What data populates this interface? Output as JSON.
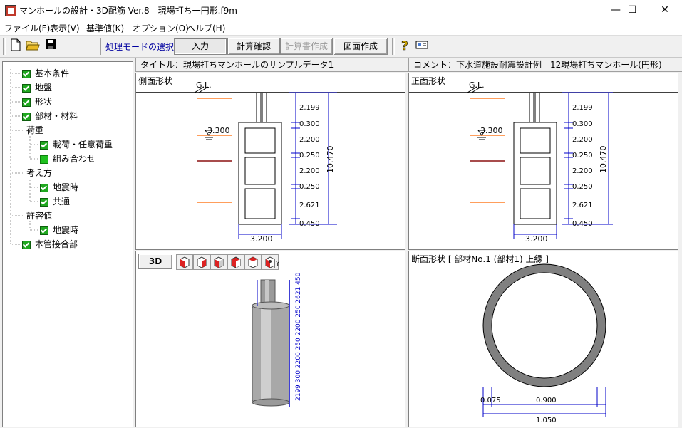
{
  "window": {
    "title": "マンホールの設計・3D配筋 Ver.8 - 現場打ち一円形.f9m",
    "minimize": "—",
    "maximize": "☐",
    "close": "✕"
  },
  "menu": [
    "ファイル(F)",
    "表示(V)",
    "基準値(K)",
    "オプション(O)",
    "ヘルプ(H)"
  ],
  "toolbar": {
    "icons": {
      "new": "new-file-icon",
      "open": "open-folder-icon",
      "save": "save-disk-icon",
      "help": "help-question-icon",
      "info": "info-card-icon"
    },
    "mode_label": "処理モードの選択",
    "buttons": [
      {
        "label": "入力",
        "state": "pressed"
      },
      {
        "label": "計算確認",
        "state": "normal"
      },
      {
        "label": "計算書作成",
        "state": "disabled"
      },
      {
        "label": "図面作成",
        "state": "normal"
      }
    ]
  },
  "tree": [
    {
      "label": "基本条件",
      "check": "on"
    },
    {
      "label": "地盤",
      "check": "on"
    },
    {
      "label": "形状",
      "check": "on"
    },
    {
      "label": "部材・材料",
      "check": "on"
    },
    {
      "label": "荷重",
      "check": "none"
    },
    {
      "label": "載荷・任意荷重",
      "check": "on"
    },
    {
      "label": "組み合わせ",
      "check": "solid"
    },
    {
      "label": "考え方",
      "check": "none"
    },
    {
      "label": "地震時",
      "check": "on"
    },
    {
      "label": "共通",
      "check": "on"
    },
    {
      "label": "許容値",
      "check": "none"
    },
    {
      "label": "地震時",
      "check": "on"
    },
    {
      "label": "本管接合部",
      "check": "on"
    }
  ],
  "header": {
    "title": "タイトル：現場打ちマンホールのサンプルデータ1",
    "comment": "コメント：下水道施設耐震設計例　12現場打ちマンホール(円形)"
  },
  "side_view": {
    "label": "側面形状",
    "gl": "G.L.",
    "water": "3.300",
    "dims": [
      "2.199",
      "0.300",
      "2.200",
      "0.250",
      "2.200",
      "0.250",
      "2.621",
      "0.450"
    ],
    "total": "10.470",
    "width": "3.200"
  },
  "front_view": {
    "label": "正面形状",
    "gl": "G.L.",
    "water": "3.300",
    "dims": [
      "2.199",
      "0.300",
      "2.200",
      "0.250",
      "2.200",
      "0.250",
      "2.621",
      "0.450"
    ],
    "total": "10.470",
    "width": "3.200"
  },
  "view3d": {
    "button": "3D",
    "axis": "Y",
    "dims_text": "2199 300 2200 250 2200 250 2621 450"
  },
  "section": {
    "label": "断面形状 [ 部材No.1 (部材1) 上縁 ]",
    "thickness": "0.075",
    "inner": "0.900",
    "outer": "1.050"
  },
  "colors": {
    "accent_blue": "#0000c8",
    "soil_orange": "#ff7f27",
    "soil_dark": "#8b1010",
    "section_ring": "#808080",
    "check_green": "#1fa81f"
  }
}
